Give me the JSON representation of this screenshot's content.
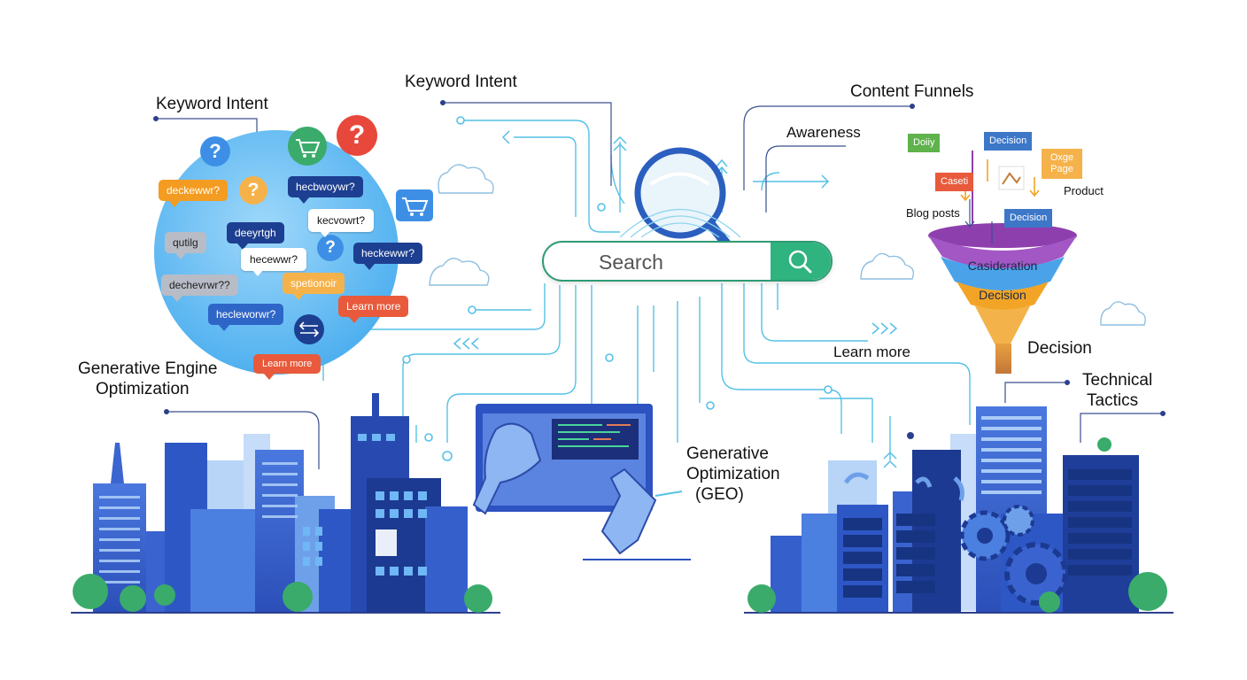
{
  "labels": {
    "keyword_intent_left": "Keyword Intent",
    "keyword_intent_center": "Keyword Intent",
    "content_funnels": "Content Funnels",
    "awareness": "Awareness",
    "geo_left_line1": "Generative Engine",
    "geo_left_line2": "Optimization",
    "geo_center_line1": "Generative",
    "geo_center_line2": "Optimization",
    "geo_center_line3": "(GEO)",
    "learn_more_right": "Learn more",
    "decision_right": "Decision",
    "technical_line1": "Technical",
    "technical_line2": "Tactics"
  },
  "search": {
    "placeholder": "Search"
  },
  "bubbles": {
    "b1": "deckewwr?",
    "b2": "hecbwoywr?",
    "b3": "deeyrtgh",
    "b4": "kecvowrt?",
    "b5": "qutilg",
    "b6": "hecewwr?",
    "b7": "heckewwr?",
    "b8": "dechevrwr??",
    "b9": "spetionoir",
    "b10": "hecleworwr?",
    "b11": "Learn more",
    "b12": "Learn more",
    "q1": "?",
    "q2": "?",
    "q3": "?",
    "q4": "?"
  },
  "funnel": {
    "card_doily": "Doiiy",
    "card_decision_top": "Decision",
    "card_oxge": "Oxge Page",
    "card_caseti": "Caseti",
    "card_decision_mid": "Decision",
    "product": "Product",
    "blog_posts": "Blog posts",
    "tier_consideration": "Casideration",
    "tier_decision": "Decision"
  },
  "colors": {
    "accent_blue": "#2e66c8",
    "city_blue": "#3b66d0",
    "search_green": "#2fb37f",
    "funnel_purple": "#8e3fae",
    "funnel_blue": "#4aa3e8",
    "funnel_orange": "#f2a426",
    "tree_green": "#3aab6a"
  },
  "icons": [
    "magnifier-icon",
    "search-icon",
    "cart-icon",
    "question-icon",
    "cloud-icon",
    "gear-icon",
    "robot-hand-icon",
    "swap-icon",
    "tree-icon"
  ]
}
